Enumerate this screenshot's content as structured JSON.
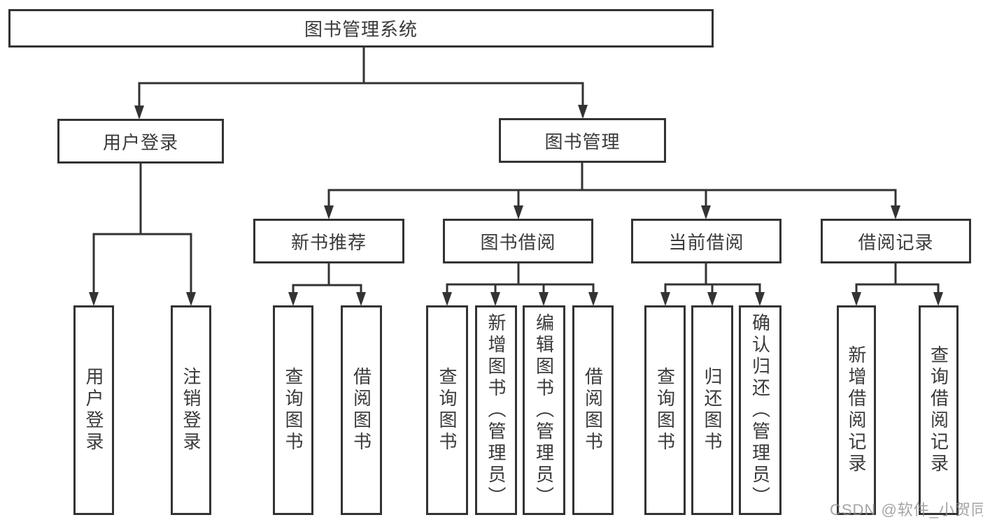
{
  "diagram": {
    "root": {
      "label": "图书管理系统"
    },
    "branches": [
      {
        "label": "用户登录",
        "children": [
          {
            "label": "用户登录"
          },
          {
            "label": "注销登录"
          }
        ]
      },
      {
        "label": "图书管理",
        "children": [
          {
            "label": "新书推荐",
            "children": [
              {
                "label": "查询图书"
              },
              {
                "label": "借阅图书"
              }
            ]
          },
          {
            "label": "图书借阅",
            "children": [
              {
                "label": "查询图书"
              },
              {
                "label": "新增图书（管理员）"
              },
              {
                "label": "编辑图书（管理员）"
              },
              {
                "label": "借阅图书"
              }
            ]
          },
          {
            "label": "当前借阅",
            "children": [
              {
                "label": "查询图书"
              },
              {
                "label": "归还图书"
              },
              {
                "label": "确认归还（管理员）"
              }
            ]
          },
          {
            "label": "借阅记录",
            "children": [
              {
                "label": "新增借阅记录"
              },
              {
                "label": "查询借阅记录"
              }
            ]
          }
        ]
      }
    ]
  },
  "watermark": {
    "text": "CSDN @软件_小贺同学"
  },
  "colors": {
    "line": "#333333",
    "box_border": "#333333",
    "text": "#3a3a3a",
    "watermark": "#8f8f8f",
    "background": "#ffffff"
  }
}
